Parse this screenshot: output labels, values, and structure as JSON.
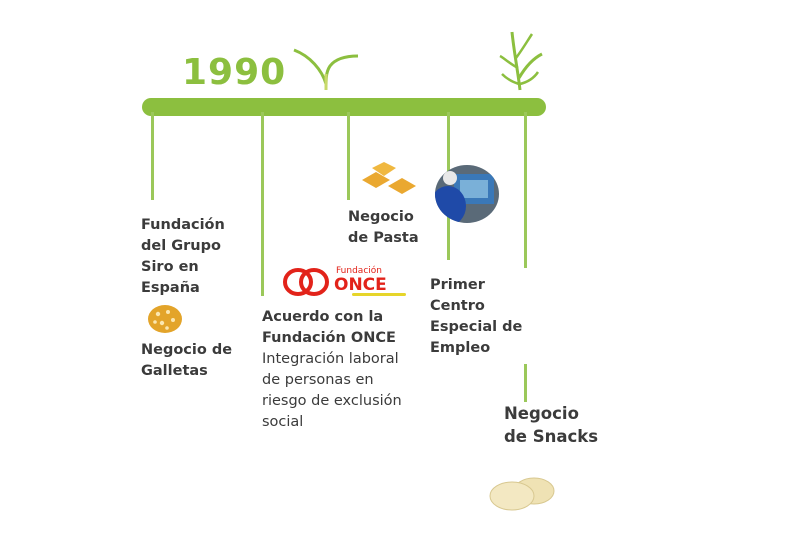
{
  "year": "1990",
  "colors": {
    "accent": "#8cbf3f",
    "text": "#3b3b3b",
    "once_red": "#e2231a"
  },
  "milestones": [
    {
      "title": [
        "Fundación",
        "del Grupo",
        "Siro en",
        "España"
      ]
    },
    {
      "title": [
        "Negocio de",
        "Galletas"
      ]
    },
    {
      "title": [
        "Acuerdo con la",
        "Fundación ONCE"
      ],
      "description": [
        "Integración laboral",
        "de personas en",
        "riesgo de exclusión",
        "social"
      ]
    },
    {
      "title": [
        "Negocio",
        "de Pasta"
      ]
    },
    {
      "title": [
        "Primer",
        "Centro",
        "Especial de",
        "Empleo"
      ]
    },
    {
      "title": [
        "Negocio",
        "de Snacks"
      ]
    }
  ],
  "once_logo": {
    "top": "Fundación",
    "bottom": "ONCE"
  }
}
